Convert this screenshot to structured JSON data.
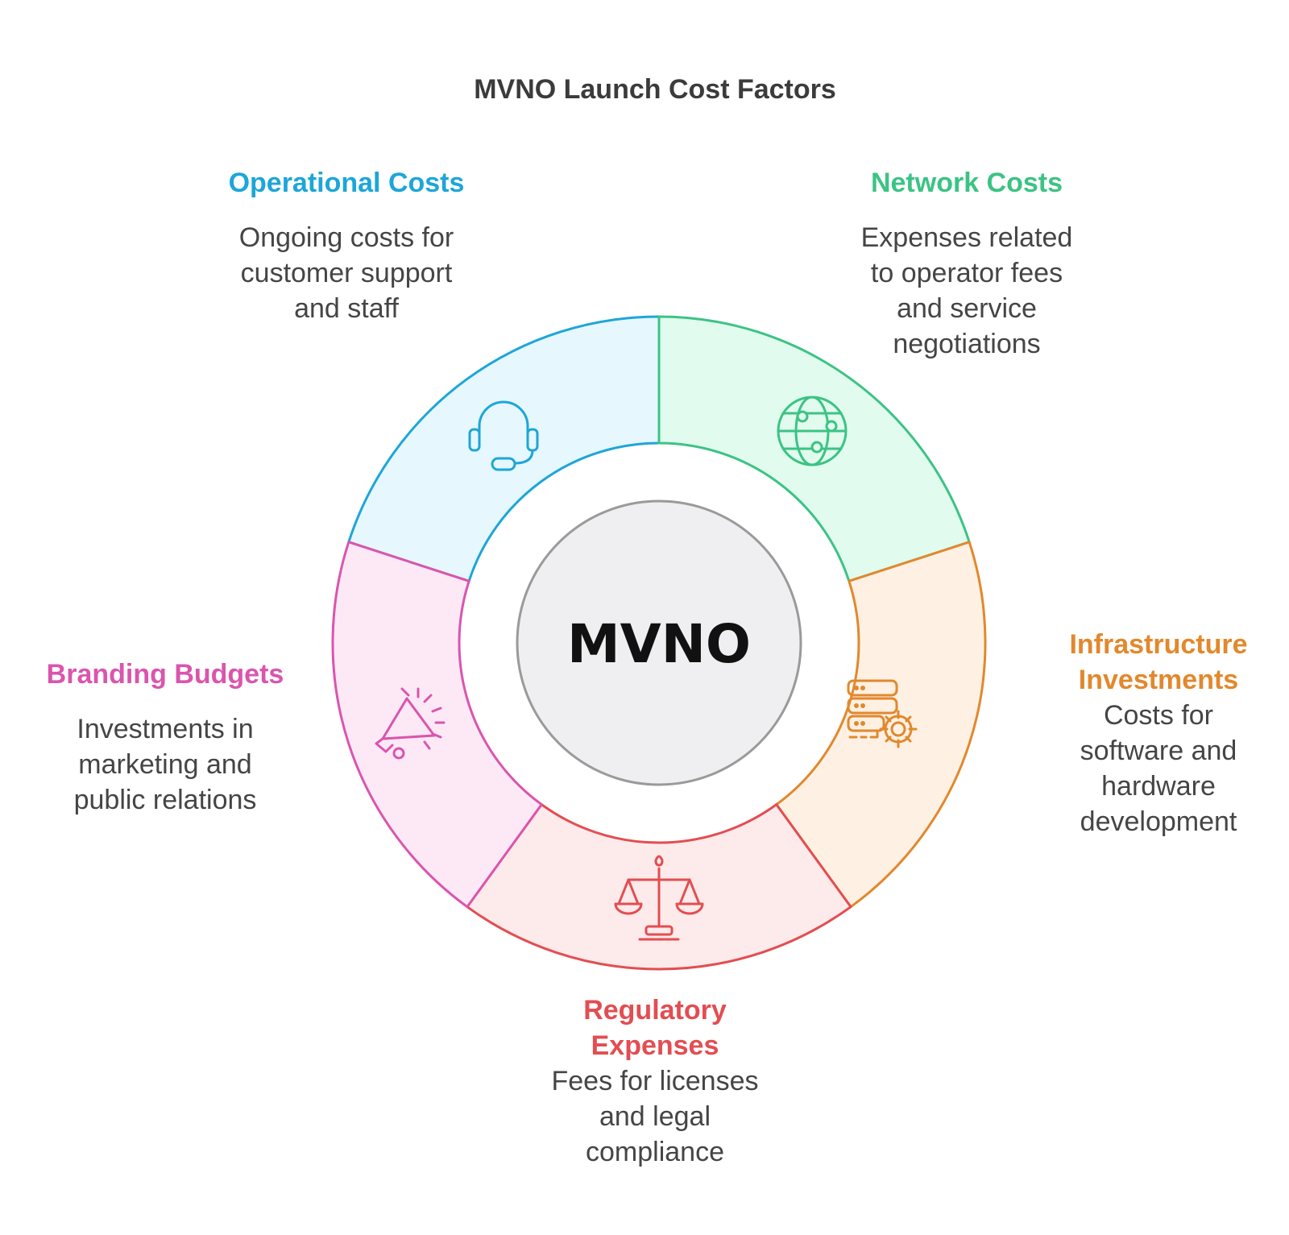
{
  "title": "MVNO Launch Cost Factors",
  "center_label": "MVNO",
  "segments": [
    {
      "key": "operational",
      "title": "Operational Costs",
      "title_lines": [
        "Operational Costs"
      ],
      "desc_lines": [
        "Ongoing costs for",
        "customer support",
        "and staff"
      ],
      "color": "#1da6d8",
      "fill": "#e6f7fd",
      "icon": "headset-icon"
    },
    {
      "key": "network",
      "title": "Network Costs",
      "title_lines": [
        "Network Costs"
      ],
      "desc_lines": [
        "Expenses related",
        "to operator fees",
        "and service",
        "negotiations"
      ],
      "color": "#3cc384",
      "fill": "#e1fbee",
      "icon": "globe-network-icon"
    },
    {
      "key": "infrastructure",
      "title": "Infrastructure Investments",
      "title_lines": [
        "Infrastructure",
        "Investments"
      ],
      "desc_lines": [
        "Costs for",
        "software and",
        "hardware",
        "development"
      ],
      "color": "#e2882d",
      "fill": "#fef1e3",
      "icon": "server-gear-icon"
    },
    {
      "key": "regulatory",
      "title": "Regulatory Expenses",
      "title_lines": [
        "Regulatory",
        "Expenses"
      ],
      "desc_lines": [
        "Fees for licenses",
        "and legal",
        "compliance"
      ],
      "color": "#e34d51",
      "fill": "#fdeaea",
      "icon": "scales-icon"
    },
    {
      "key": "branding",
      "title": "Branding Budgets",
      "title_lines": [
        "Branding Budgets"
      ],
      "desc_lines": [
        "Investments in",
        "marketing and",
        "public relations"
      ],
      "color": "#da55ae",
      "fill": "#fde9f6",
      "icon": "megaphone-icon"
    }
  ]
}
